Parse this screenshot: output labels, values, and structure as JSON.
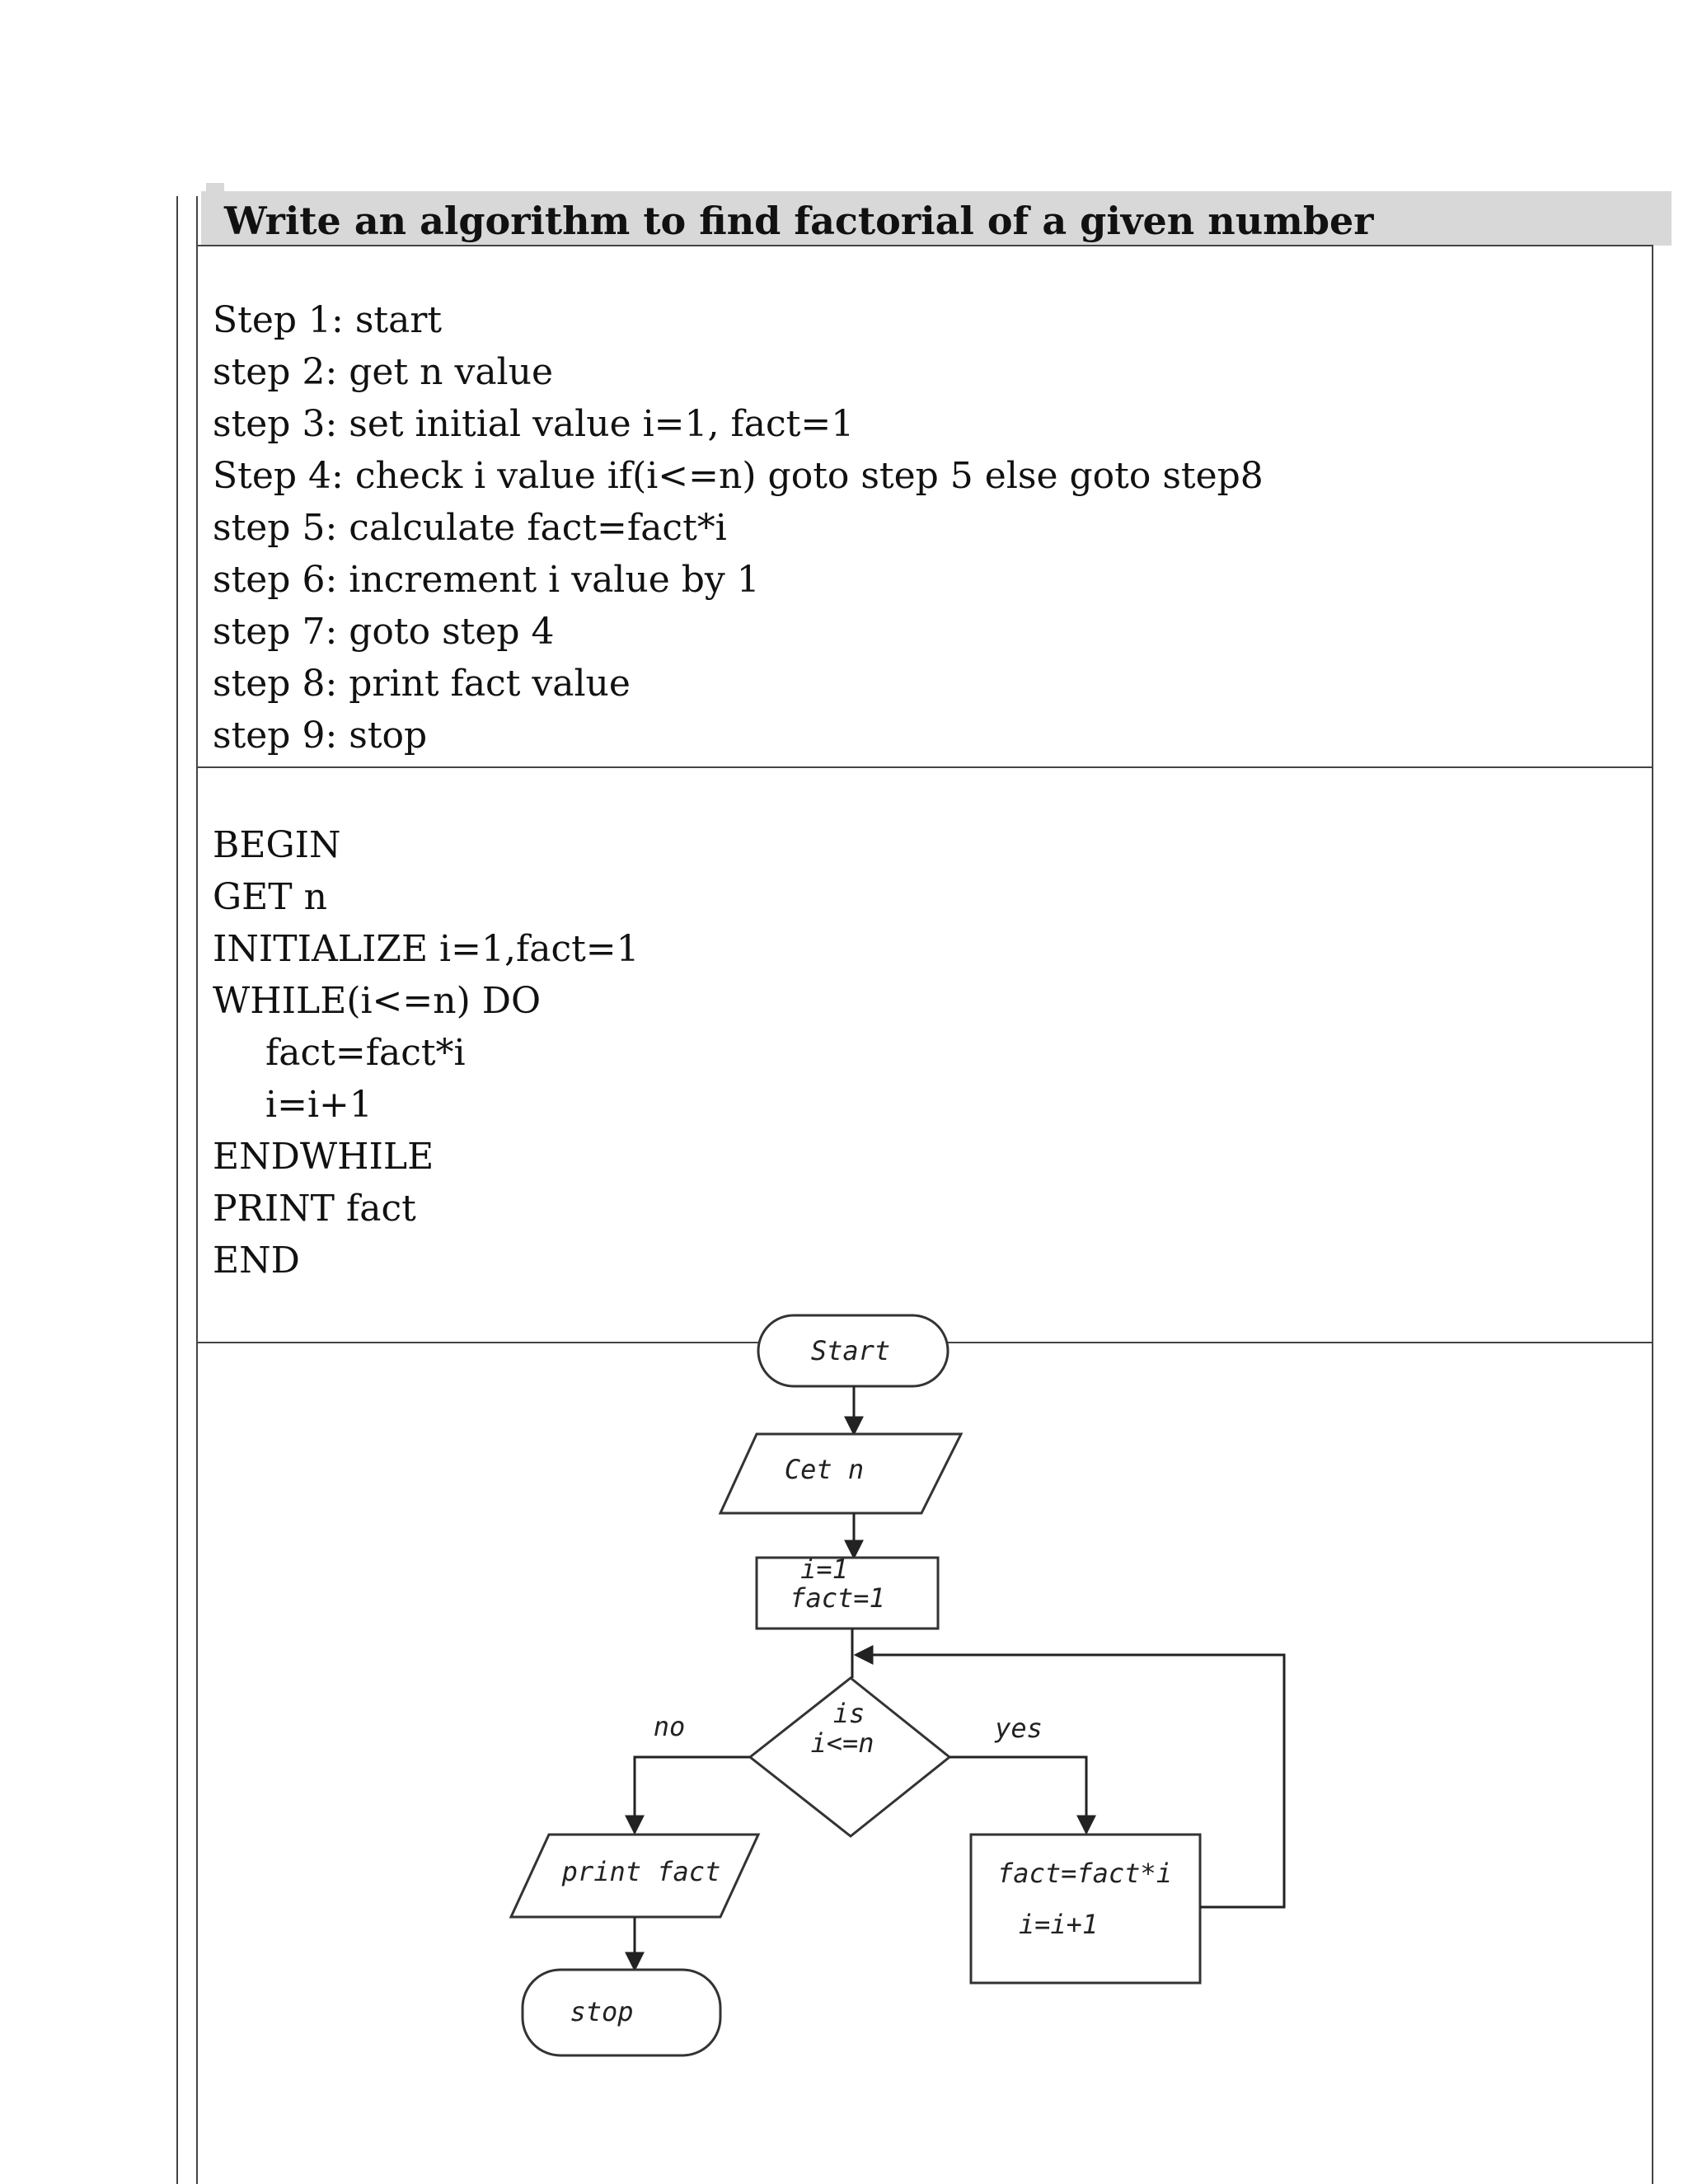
{
  "title": "Write an algorithm to find factorial of a given number",
  "algorithm": {
    "steps": [
      "Step 1: start",
      "step 2: get n value",
      "step 3: set initial value i=1, fact=1",
      "Step 4: check i value if(i<=n) goto step 5 else goto step8",
      "step 5: calculate fact=fact*i",
      "step 6: increment i value by 1",
      "step 7: goto step 4",
      "step 8: print fact value",
      "step 9: stop"
    ]
  },
  "pseudocode": {
    "lines": [
      "BEGIN",
      "GET n",
      "INITIALIZE i=1,fact=1",
      "WHILE(i<=n) DO",
      "fact=fact*i",
      "i=i+1",
      "ENDWHILE",
      "PRINT fact",
      "END"
    ]
  },
  "flowchart": {
    "start": "Start",
    "get": "Cet n",
    "init_line1": "i=1",
    "init_line2": "fact=1",
    "decision_line1": "is",
    "decision_line2": "i<=n",
    "no_label": "no",
    "yes_label": "yes",
    "print": "print fact",
    "process_line1": "fact=fact*i",
    "process_line2": "i=i+1",
    "stop": "stop"
  }
}
